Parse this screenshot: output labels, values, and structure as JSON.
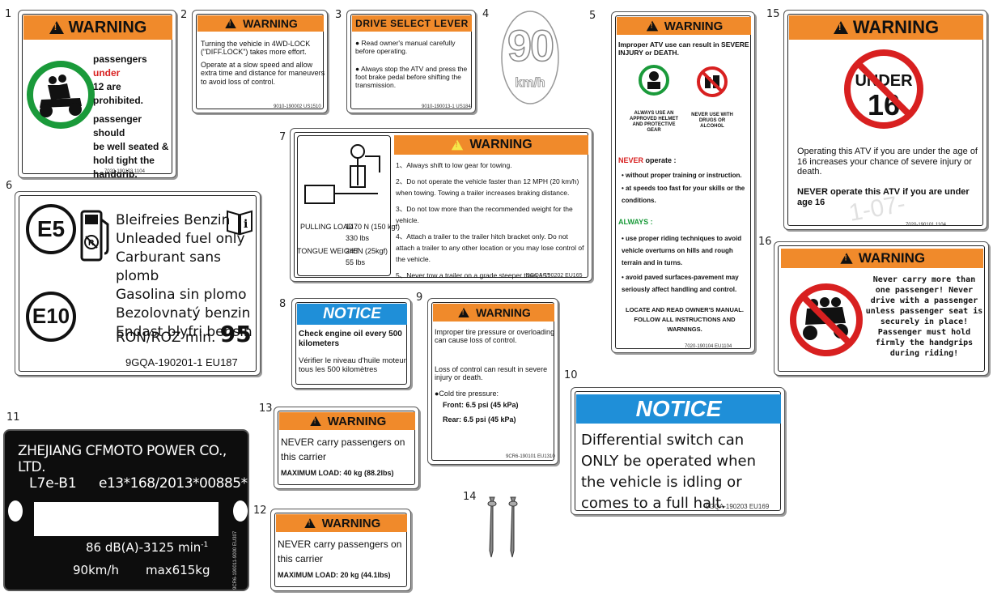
{
  "numbers": [
    "1",
    "2",
    "3",
    "4",
    "5",
    "6",
    "7",
    "8",
    "9",
    "10",
    "11",
    "12",
    "13",
    "14",
    "15",
    "16"
  ],
  "l1": {
    "header": "WARNING",
    "lines": [
      "passengers",
      "under",
      "12 are prohibited.",
      "passenger should",
      "be well seated &",
      "hold tight the",
      "handgrip."
    ],
    "code": "7020-190103   1104"
  },
  "l2": {
    "header": "WARNING",
    "p1": "Turning the vehicle in 4WD-LOCK (\"DIFF.LOCK\") takes more effort.",
    "p2": "Operate at a slow speed and allow extra time and distance for maneuvers to avoid loss of control.",
    "code": "9010-190002  US1510"
  },
  "l3": {
    "header": "DRIVE SELECT LEVER",
    "b1": "Read owner's manual carefully before operating.",
    "b2": "Always stop the ATV and press the foot brake pedal before shifting the transmission.",
    "code": "9010-190013-1  US184"
  },
  "l4": {
    "value": "90",
    "unit": "km/h"
  },
  "l5": {
    "header": "WARNING",
    "intro": "Improper ATV use can result in SEVERE INJURY or DEATH.",
    "cap1": "ALWAYS USE AN APPROVED HELMET AND PROTECTIVE GEAR",
    "cap2": "NEVER USE WITH DRUGS OR ALCOHOL",
    "never_h": "NEVER",
    "never_rest": " operate :",
    "n1": "without proper training or instruction.",
    "n2": "at speeds too fast for your skills or the conditions.",
    "always_h": "ALWAYS :",
    "a1": "use proper riding techniques to avoid vehicle overturns on hills and rough terrain and in turns.",
    "a2": "avoid paved surfaces-pavement may seriously affect handling and control.",
    "foot": "LOCATE AND READ OWNER'S MANUAL. FOLLOW ALL INSTRUCTIONS AND WARNINGS.",
    "code": "7020-190104   EU1104"
  },
  "l6": {
    "e5": "E5",
    "e10": "E10",
    "lines": [
      "Bleifreies Benzin",
      "Unleaded fuel only",
      "Carburant sans plomb",
      "Gasolina sin plomo",
      "Bezolovnatý benzin",
      "Endast blyfri bensin"
    ],
    "ron": "RON/ROZ min.",
    "ron_val": "95",
    "code": "9GQA-190201-1   EU187"
  },
  "l7": {
    "header": "WARNING",
    "pull_label": "PULLING LOAD :",
    "pull_val": "1470 N (150 kgf)",
    "pull_lbs": "330 lbs",
    "tongue_label": "TONGUE WEIGHT :",
    "tongue_val": "245N (25kgf)",
    "tongue_lbs": "55 lbs",
    "items": [
      "1、Always shift to low gear for towing.",
      "2、Do not operate the vehicle faster than 12 MPH (20 km/h) when towing. Towing a trailer increases braking distance.",
      "3、Do not tow more than the recommended weight for the vehicle.",
      "4、Attach a trailer to the trailer hitch bracket only. Do not attach a trailer to any other location or you may lose control of the vehicle.",
      "5、Never tow a trailer on a grade steeper than 15°."
    ],
    "code": "9GQA-190202   EU165"
  },
  "l8": {
    "header": "NOTICE",
    "en": "Check engine oil every 500 kilometers",
    "fr": "Vérifier le niveau d'huile moteur tous les 500 kilomètres"
  },
  "l9": {
    "header": "WARNING",
    "p1": "Improper tire pressure or overloading can cause loss of control.",
    "p2": "Loss of control can result in severe injury or death.",
    "p3": "●Cold tire pressure:",
    "front": "Front: 6.5 psi (45 kPa)",
    "rear": "Rear: 6.5 psi (45 kPa)",
    "code": "9CR6-190101   EU1310"
  },
  "l10": {
    "header": "NOTICE",
    "text": "Differential switch can ONLY be operated when the vehicle is idling or comes to a full halt.",
    "code": "9GQA-190203   EU169"
  },
  "l11": {
    "maker": "ZHEJIANG CFMOTO POWER CO., LTD.",
    "cat": "L7e-B1",
    "approval": "e13*168/2013*00885*",
    "noise": "86 dB(A)-3125 min",
    "sup": "-1",
    "speed": "90km/h",
    "mass": "max615kg",
    "code": "9CR6-190011-9000   EU307"
  },
  "l12": {
    "header": "WARNING",
    "text": "NEVER carry passengers on this carrier",
    "max": "MAXIMUM LOAD: 20 kg (44.1lbs)"
  },
  "l13": {
    "header": "WARNING",
    "text": "NEVER carry passengers on this carrier",
    "max": "MAXIMUM LOAD: 40 kg (88.2lbs)"
  },
  "l15": {
    "header": "WARNING",
    "under": "UNDER",
    "age": "16",
    "p1": "Operating this ATV if you are under the age of 16 increases your chance of severe injury or death.",
    "p2": "NEVER operate this ATV if you are under age 16",
    "watermark": "1-07-",
    "code": "7020-190101   1104"
  },
  "l16": {
    "header": "WARNING",
    "text": "Never carry more than one passenger! Never drive with a passenger unless passenger seat is securely in place! Passenger must hold firmly the handgrips during riding!"
  },
  "colors": {
    "warning_orange": "#f08a2b",
    "notice_blue": "#1f8fd8",
    "prohibit_red": "#d82020",
    "safe_green": "#1a9a3a"
  }
}
